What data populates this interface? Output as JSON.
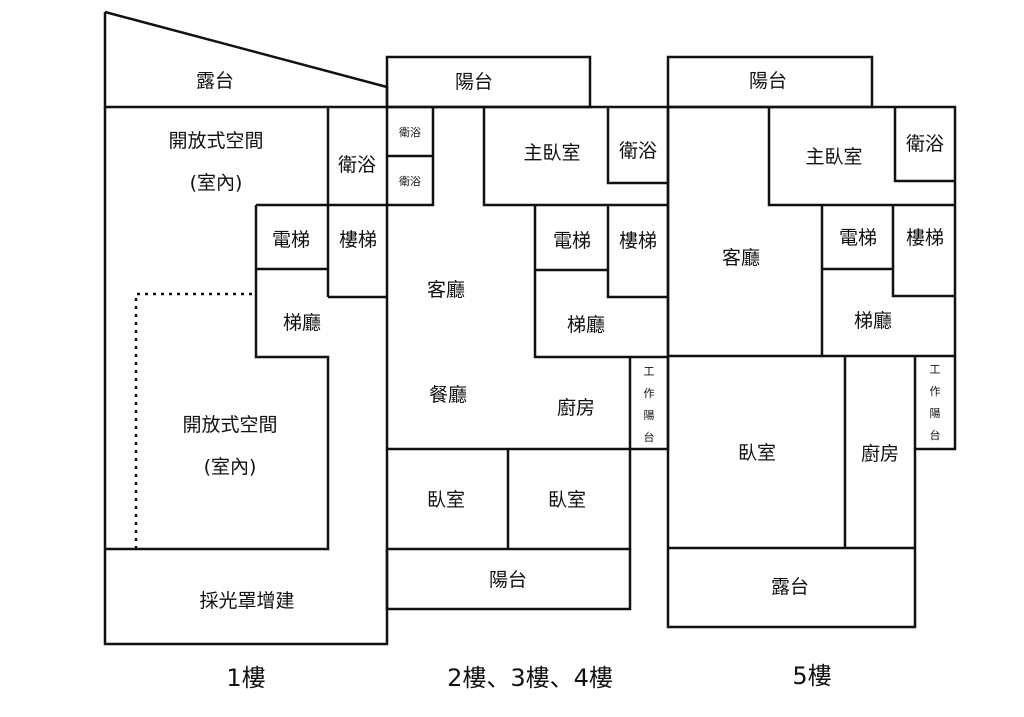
{
  "floor_1": {
    "label": "1樓",
    "rooms": {
      "terrace": "露台",
      "open_space_top_line1": "開放式空間",
      "open_space_top_line2": "(室內)",
      "bathroom": "衛浴",
      "elevator": "電梯",
      "stairs": "樓梯",
      "stair_hall": "梯廳",
      "open_space_bottom_line1": "開放式空間",
      "open_space_bottom_line2": "(室內)",
      "skylight_extension": "採光罩增建"
    }
  },
  "floor_2_4": {
    "label": "2樓、3樓、4樓",
    "rooms": {
      "balcony_top": "陽台",
      "bathroom_small_1": "衛浴",
      "bathroom_small_2": "衛浴",
      "master_bedroom": "主臥室",
      "master_bathroom": "衛浴",
      "living_room": "客廳",
      "elevator": "電梯",
      "stairs": "樓梯",
      "stair_hall": "梯廳",
      "dining_room": "餐廳",
      "kitchen": "廚房",
      "work_balcony": [
        "工",
        "作",
        "陽",
        "台"
      ],
      "bedroom_1": "臥室",
      "bedroom_2": "臥室",
      "balcony_bottom": "陽台"
    }
  },
  "floor_5": {
    "label": "5樓",
    "rooms": {
      "balcony_top": "陽台",
      "master_bedroom": "主臥室",
      "bathroom": "衛浴",
      "living_room": "客廳",
      "elevator": "電梯",
      "stairs": "樓梯",
      "stair_hall": "梯廳",
      "bedroom": "臥室",
      "kitchen": "廚房",
      "work_balcony": [
        "工",
        "作",
        "陽",
        "台"
      ],
      "terrace": "露台"
    }
  }
}
